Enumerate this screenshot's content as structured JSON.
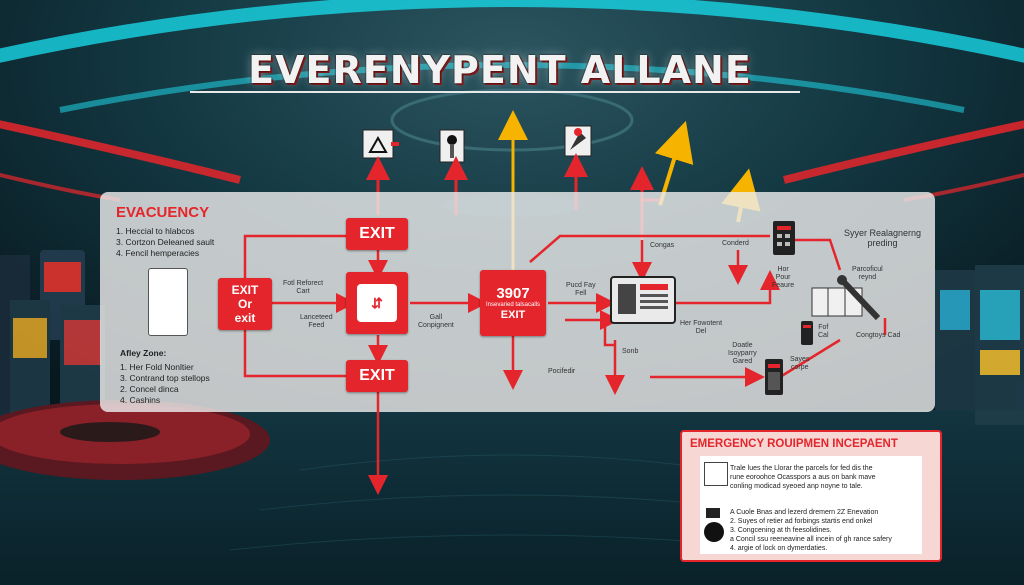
{
  "title": "EVERENYPENT ALLANE",
  "evacuation": {
    "title": "EVACUENCY",
    "list_a": [
      "1. Heccial to hlabcos",
      "3. Cortzon Deleaned sault",
      "4. Fencil hemperacies"
    ],
    "zone_label": "Afley Zone:",
    "list_b": [
      "1. Her Fold Nonltier",
      "3. Contrand top stellops",
      "2. Concel dinca",
      "4. Cashins"
    ]
  },
  "boxes": {
    "exit_top": "EXIT",
    "exit_left_line1": "EXIT",
    "exit_left_line2": "Or",
    "exit_left_line3": "exit",
    "exit_bottom": "EXIT",
    "center_number": "3907",
    "center_sub": "Insevaried talsacalls",
    "center_exit": "EXIT"
  },
  "notes": {
    "n1": "Fotl Reforect\nCart",
    "n2": "Lanceteed\nFeed",
    "n3": "Gall\nConpignent",
    "n4": "Pucd Fay\nFell",
    "n5": "Congas",
    "n6": "Conderd",
    "n7": "Her Fowotent\nDel",
    "n8": "Sonb",
    "n9": "Pocifedir",
    "n10": "Hor\nPour\nFeaure",
    "n11": "Syyer Realagnerng\npreding",
    "n12": "Parcoficul\nreynd",
    "n13": "Fof\nCal",
    "n14": "Congtoys Cad",
    "n15": "Doatle\nIsoyparry\nGared",
    "n16": "Sayes\ncorpe"
  },
  "equipment": {
    "title": "EMERGENCY ROUIPMEN INCEPAENT",
    "desc": [
      "Trale lues the Llorar the parcels for fed dis the",
      "rune eoroohce Ocasspors a aus on bank mave",
      "conling modicad syeoed anp noyne to tale."
    ],
    "items": [
      "A Cuole Bnas and lezerd dremern 2Z Enevation",
      "2. Suyes of retier ad forbings startis end onkel",
      "3. Congcening at th feesolidines.",
      "a Concil ssu reeneavine all incein of gh rance safery",
      "4. argie of lock on dymerdaties."
    ]
  },
  "colors": {
    "accent_red": "#e4262c",
    "panel": "#ececec",
    "arrow_yellow": "#f6b400"
  }
}
